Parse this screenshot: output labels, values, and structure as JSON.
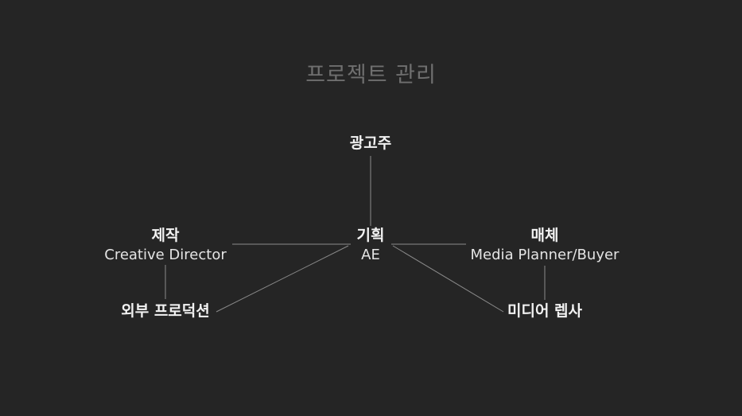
{
  "title": "프로젝트 관리",
  "nodes": {
    "advertiser": {
      "label": "광고주"
    },
    "planning": {
      "label": "기획",
      "sub": "AE"
    },
    "production": {
      "label": "제작",
      "sub": "Creative Director"
    },
    "media": {
      "label": "매체",
      "sub": "Media Planner/Buyer"
    },
    "external_production": {
      "label": "외부 프로덕션"
    },
    "media_rep": {
      "label": "미디어 렙사"
    }
  },
  "connections": [
    [
      "advertiser",
      "planning"
    ],
    [
      "production",
      "planning"
    ],
    [
      "planning",
      "media"
    ],
    [
      "planning",
      "external_production"
    ],
    [
      "planning",
      "media_rep"
    ],
    [
      "production",
      "external_production"
    ],
    [
      "media",
      "media_rep"
    ]
  ],
  "colors": {
    "background": "#252525",
    "title": "#6f6f6f",
    "text": "#f2f2f2",
    "line": "#8a8a8a"
  }
}
